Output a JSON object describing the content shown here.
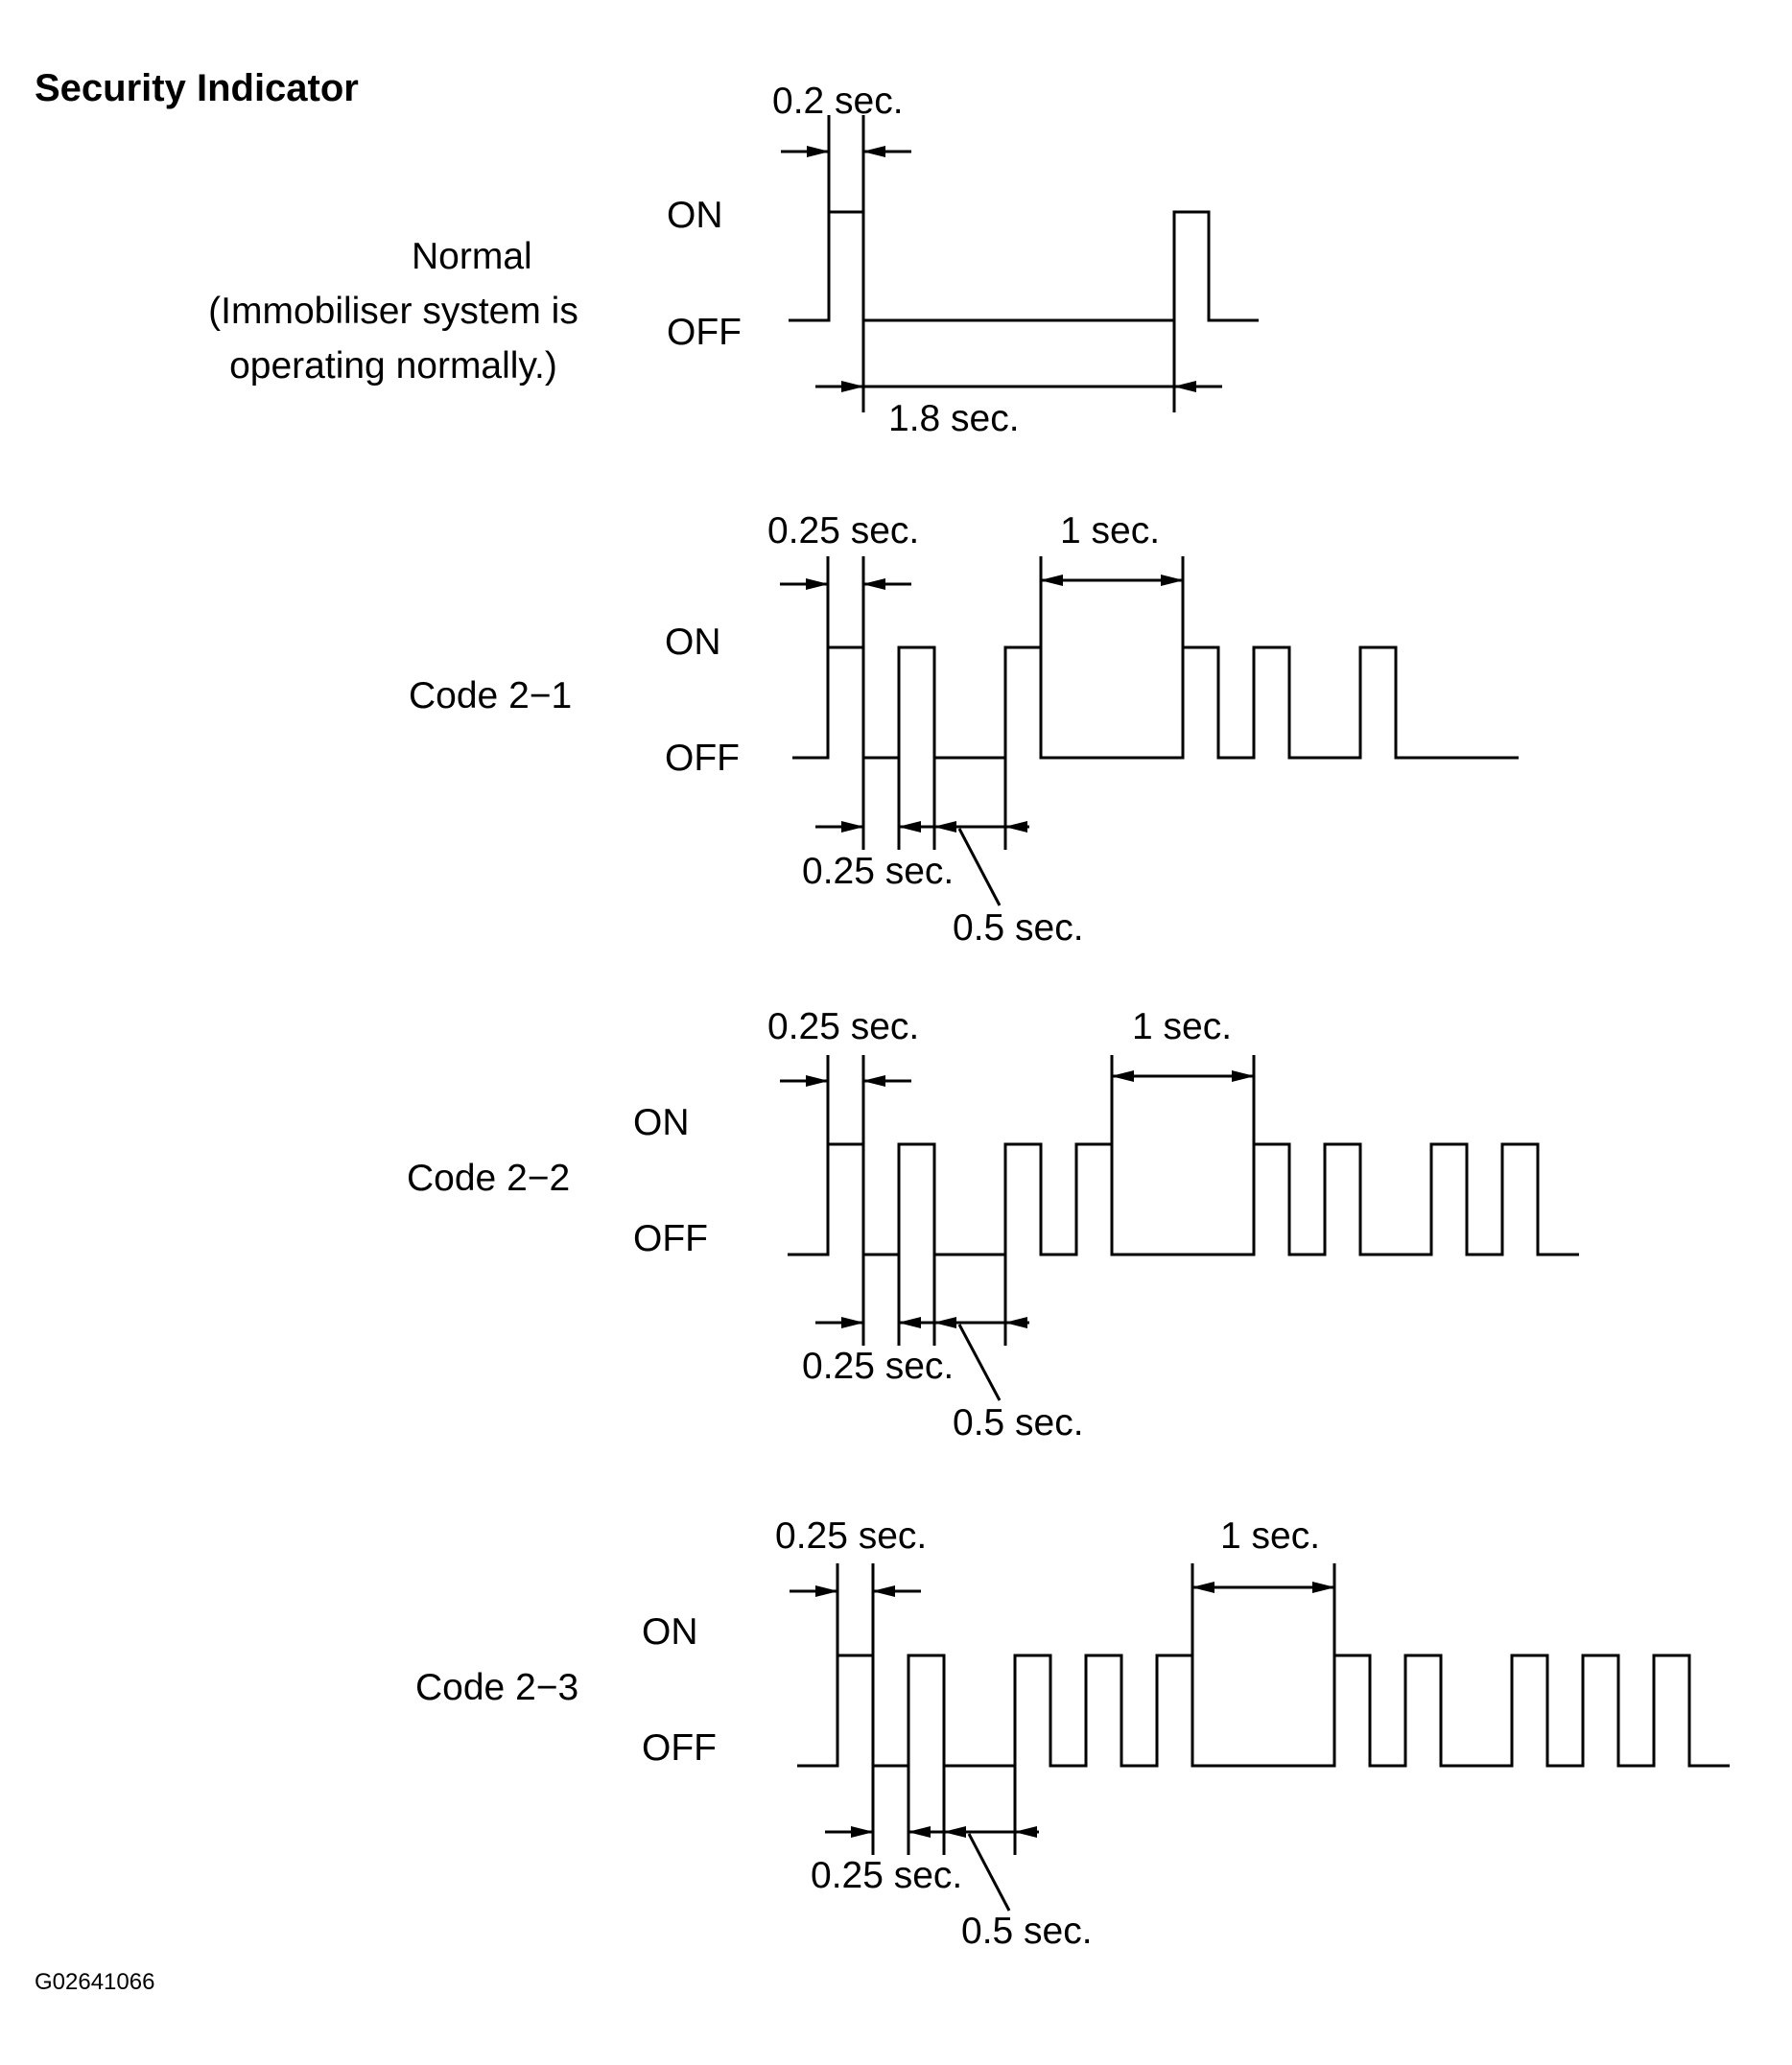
{
  "title": "Security Indicator",
  "figure_id": "G02641066",
  "states": {
    "on": "ON",
    "off": "OFF"
  },
  "diagrams": [
    {
      "label": "Normal",
      "description": [
        "(Immobiliser system is",
        "operating normally.)"
      ],
      "annotations": {
        "pulse_width": "0.2 sec.",
        "off_period": "1.8 sec."
      },
      "pulses_on_seconds": [
        0.2,
        0.2
      ],
      "off_gap_seconds": 1.8
    },
    {
      "label": "Code 2−1",
      "annotations": {
        "pulse_width": "0.25 sec.",
        "long_gap": "1 sec.",
        "short_gap": "0.25 sec.",
        "medium_gap": "0.5 sec."
      },
      "sequence_seconds": [
        [
          1,
          0.25
        ],
        [
          0,
          0.25
        ],
        [
          1,
          0.25
        ],
        [
          0,
          0.5
        ],
        [
          1,
          0.25
        ],
        [
          0,
          1
        ],
        [
          1,
          0.25
        ],
        [
          0,
          0.25
        ],
        [
          1,
          0.25
        ],
        [
          0,
          0.5
        ],
        [
          1,
          0.25
        ]
      ]
    },
    {
      "label": "Code 2−2",
      "annotations": {
        "pulse_width": "0.25 sec.",
        "long_gap": "1 sec.",
        "short_gap": "0.25 sec.",
        "medium_gap": "0.5 sec."
      },
      "sequence_seconds": [
        [
          1,
          0.25
        ],
        [
          0,
          0.25
        ],
        [
          1,
          0.25
        ],
        [
          0,
          0.5
        ],
        [
          1,
          0.25
        ],
        [
          0,
          0.25
        ],
        [
          1,
          0.25
        ],
        [
          0,
          1
        ],
        [
          1,
          0.25
        ],
        [
          0,
          0.25
        ],
        [
          1,
          0.25
        ],
        [
          0,
          0.5
        ],
        [
          1,
          0.25
        ],
        [
          0,
          0.25
        ],
        [
          1,
          0.25
        ]
      ]
    },
    {
      "label": "Code 2−3",
      "annotations": {
        "pulse_width": "0.25 sec.",
        "long_gap": "1 sec.",
        "short_gap": "0.25 sec.",
        "medium_gap": "0.5 sec."
      },
      "sequence_seconds": [
        [
          1,
          0.25
        ],
        [
          0,
          0.25
        ],
        [
          1,
          0.25
        ],
        [
          0,
          0.5
        ],
        [
          1,
          0.25
        ],
        [
          0,
          0.25
        ],
        [
          1,
          0.25
        ],
        [
          0,
          0.25
        ],
        [
          1,
          0.25
        ],
        [
          0,
          1
        ],
        [
          1,
          0.25
        ],
        [
          0,
          0.25
        ],
        [
          1,
          0.25
        ],
        [
          0,
          0.5
        ],
        [
          1,
          0.25
        ],
        [
          0,
          0.25
        ],
        [
          1,
          0.25
        ],
        [
          0,
          0.25
        ],
        [
          1,
          0.25
        ]
      ]
    }
  ]
}
